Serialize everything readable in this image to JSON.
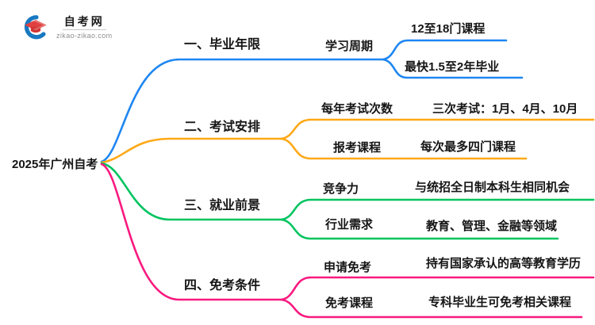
{
  "logo": {
    "title": "自考网",
    "domain": "zikao-zikao.com",
    "icon": "graduation-cap-icon",
    "swoosh_color": "#1878c0",
    "cap_color": "#e04040"
  },
  "root": {
    "label": "2025年广州自考"
  },
  "branches": [
    {
      "label": "一、毕业年限",
      "color": "#1e86f2",
      "children": [
        {
          "label": "学习周期",
          "children": [
            {
              "label": "12至18门课程"
            },
            {
              "label": "最快1.5至2年毕业"
            }
          ]
        }
      ]
    },
    {
      "label": "二、考试安排",
      "color": "#ffa816",
      "children": [
        {
          "label": "每年考试次数",
          "children": [
            {
              "label": "三次考试：1月、4月、10月"
            }
          ]
        },
        {
          "label": "报考课程",
          "children": [
            {
              "label": "每次最多四门课程"
            }
          ]
        }
      ]
    },
    {
      "label": "三、就业前景",
      "color": "#00c45f",
      "children": [
        {
          "label": "竞争力",
          "children": [
            {
              "label": "与统招全日制本科生相同机会"
            }
          ]
        },
        {
          "label": "行业需求",
          "children": [
            {
              "label": "教育、管理、金融等领域"
            }
          ]
        }
      ]
    },
    {
      "label": "四、免考条件",
      "color": "#f9197f",
      "children": [
        {
          "label": "申请免考",
          "children": [
            {
              "label": "持有国家承认的高等教育学历"
            }
          ]
        },
        {
          "label": "免考课程",
          "children": [
            {
              "label": "专科毕业生可免考相关课程"
            }
          ]
        }
      ]
    }
  ]
}
